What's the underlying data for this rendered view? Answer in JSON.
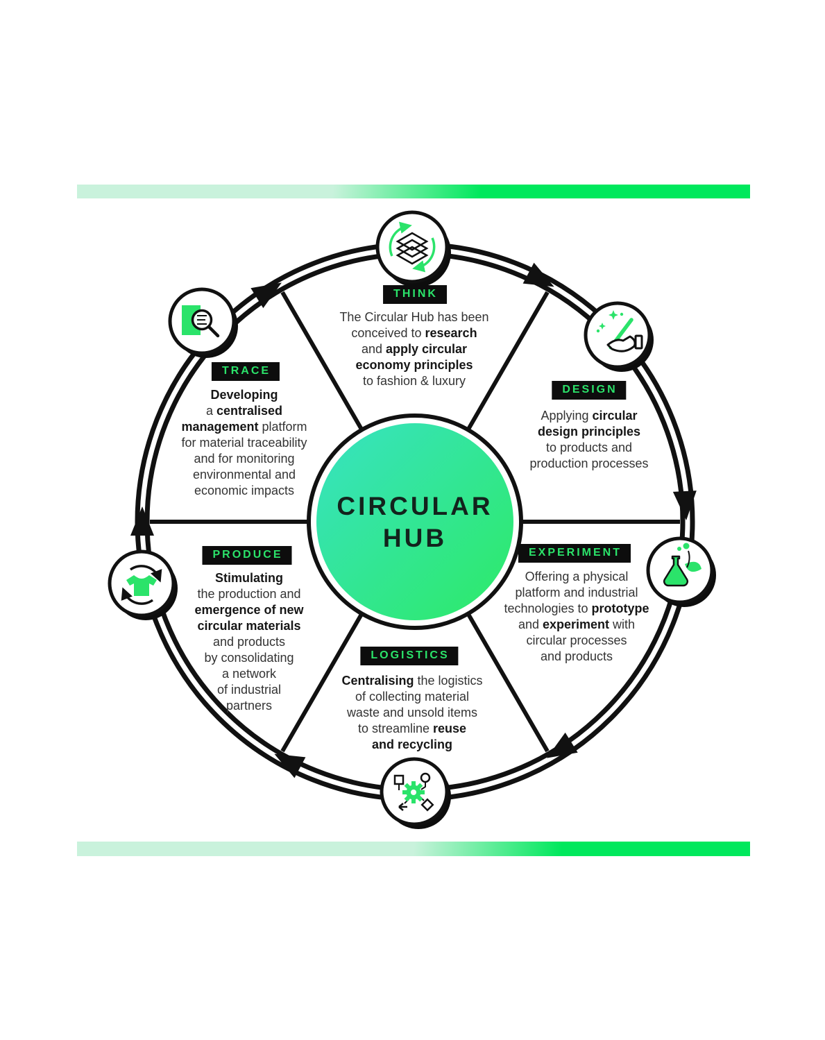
{
  "colors": {
    "accent": "#2be36a",
    "ink": "#111111",
    "text": "#333333",
    "center_grad_a": "#38e2c3",
    "center_grad_b": "#2dea66",
    "bar_light": "#c9f2dc",
    "bar_bright": "#00e85c",
    "badge_bg": "#0d0d0d"
  },
  "center": {
    "title": "CIRCULAR\nHUB"
  },
  "sections": [
    {
      "id": "think",
      "label": "THINK",
      "icon": "layers-recycle-icon",
      "segments": [
        {
          "t": "The Circular Hub has been\nconceived to "
        },
        {
          "t": "research",
          "b": true
        },
        {
          "t": "\nand "
        },
        {
          "t": "apply circular\neconomy principles",
          "b": true
        },
        {
          "t": "\nto fashion & luxury"
        }
      ]
    },
    {
      "id": "design",
      "label": "DESIGN",
      "icon": "hand-pen-sparkles-icon",
      "segments": [
        {
          "t": "Applying "
        },
        {
          "t": "circular\ndesign principles",
          "b": true
        },
        {
          "t": "\nto products and\nproduction processes"
        }
      ]
    },
    {
      "id": "experiment",
      "label": "EXPERIMENT",
      "icon": "flask-leaf-icon",
      "segments": [
        {
          "t": "Offering a physical\nplatform and industrial\ntechnologies to "
        },
        {
          "t": "prototype",
          "b": true
        },
        {
          "t": "\nand "
        },
        {
          "t": "experiment",
          "b": true
        },
        {
          "t": " with\ncircular processes\nand products"
        }
      ]
    },
    {
      "id": "logistics",
      "label": "LOGISTICS",
      "icon": "gear-flow-icon",
      "segments": [
        {
          "t": "Centralising",
          "b": true
        },
        {
          "t": " the logistics\nof collecting material\nwaste and unsold items\nto streamline "
        },
        {
          "t": "reuse\nand recycling",
          "b": true
        }
      ]
    },
    {
      "id": "produce",
      "label": "PRODUCE",
      "icon": "tshirt-recycle-icon",
      "segments": [
        {
          "t": "Stimulating",
          "b": true
        },
        {
          "t": "\nthe production and\n"
        },
        {
          "t": "emergence of new\ncircular materials",
          "b": true
        },
        {
          "t": "\nand products\nby consolidating\na network\nof industrial\npartners"
        }
      ]
    },
    {
      "id": "trace",
      "label": "TRACE",
      "icon": "document-magnifier-icon",
      "segments": [
        {
          "t": "Developing",
          "b": true
        },
        {
          "t": "\na "
        },
        {
          "t": "centralised\nmanagement",
          "b": true
        },
        {
          "t": " platform\nfor material traceability\nand for monitoring\nenvironmental and\neconomic impacts"
        }
      ]
    }
  ]
}
